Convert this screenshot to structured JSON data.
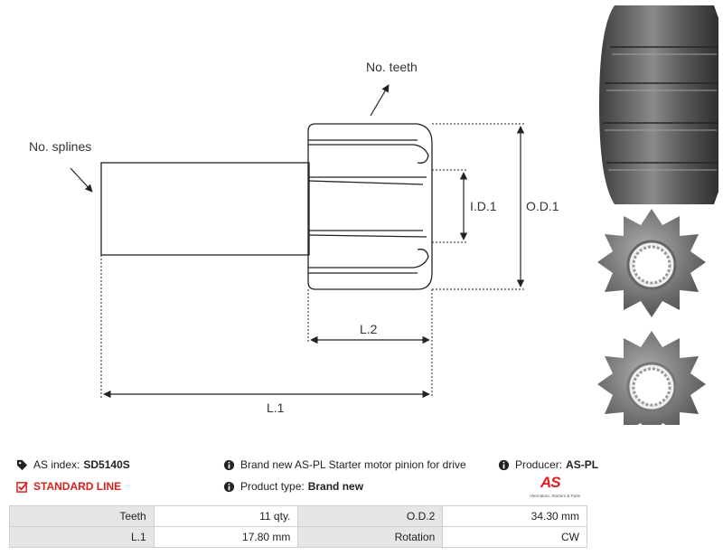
{
  "drawing": {
    "label_teeth": "No. teeth",
    "label_splines": "No. splines",
    "label_id1": "I.D.1",
    "label_od1": "O.D.1",
    "label_l2": "L.2",
    "label_l1": "L.1"
  },
  "photos": {
    "items": [
      "pinion-side-view",
      "pinion-front-view",
      "pinion-back-view"
    ]
  },
  "info": {
    "as_index_label": "AS index:",
    "as_index_value": "SD5140S",
    "standard_line": "STANDARD LINE",
    "description": "Brand new AS-PL Starter motor pinion for drive",
    "product_type_label": "Product type:",
    "product_type_value": "Brand new",
    "producer_label": "Producer:",
    "producer_value": "AS-PL",
    "logo_text": "AS",
    "logo_tagline": "Alternators, Starters & Parts"
  },
  "specs": {
    "rows": [
      [
        {
          "k": "Teeth",
          "v": "11 qty."
        },
        {
          "k": "O.D.2",
          "v": "34.30 mm"
        }
      ],
      [
        {
          "k": "L.1",
          "v": "17.80 mm"
        },
        {
          "k": "Rotation",
          "v": "CW"
        }
      ]
    ]
  },
  "colors": {
    "accent_red": "#d9201d",
    "cell_grey": "#e6e6e6",
    "line": "#222222"
  }
}
